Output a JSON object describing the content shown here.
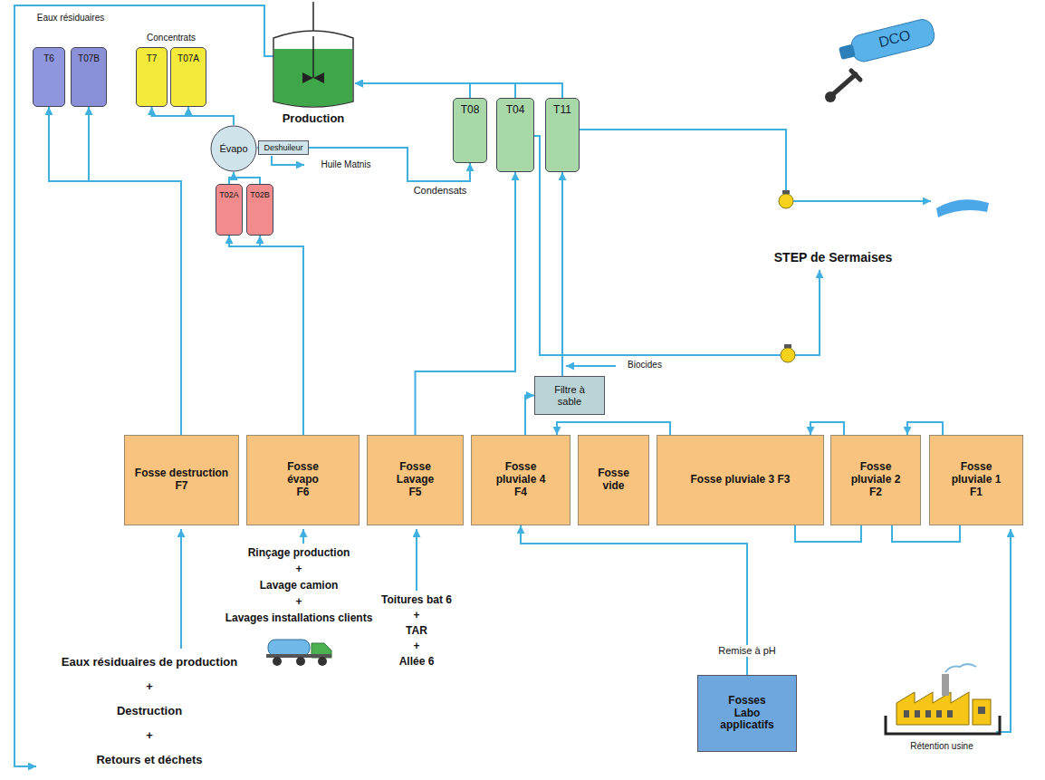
{
  "diagram": {
    "nodes": [
      {
        "text": [
          "Production"
        ]
      },
      {
        "text": [
          "T6"
        ]
      },
      {
        "text": [
          "T07B"
        ]
      },
      {
        "text": [
          "T7"
        ]
      },
      {
        "text": [
          "T07A"
        ]
      },
      {
        "text": [
          "T08"
        ]
      },
      {
        "text": [
          "T04"
        ]
      },
      {
        "text": [
          "T11"
        ]
      },
      {
        "text": [
          "Évapo"
        ]
      },
      {
        "text": [
          "Deshuileur"
        ]
      },
      {
        "text": [
          "T02A"
        ]
      },
      {
        "text": [
          "T02B"
        ]
      },
      {
        "text": [
          "Filtre à sable"
        ]
      },
      {
        "text": [
          "Fosse destruction F7"
        ]
      },
      {
        "text": [
          "Fosse évapo F6"
        ]
      },
      {
        "text": [
          "Fosse Lavage F5"
        ]
      },
      {
        "text": [
          "Fosse pluviale 4 F4"
        ]
      },
      {
        "text": [
          "Fosse vide"
        ]
      },
      {
        "text": [
          "Fosse pluviale 3 F3"
        ]
      },
      {
        "text": [
          "Fosse pluviale 2 F2"
        ]
      },
      {
        "text": [
          "Fosse pluviale 1 F1"
        ]
      },
      {
        "text": [
          "Fosses Labo applicatifs"
        ]
      }
    ],
    "edges": [
      {
        "from": 13,
        "to": 1,
        "arrow": "to"
      },
      {
        "from": 13,
        "to": 2,
        "arrow": "to"
      },
      {
        "from": 14,
        "to": 10,
        "arrow": "to"
      },
      {
        "from": 14,
        "to": 11,
        "arrow": "to"
      },
      {
        "from": 10,
        "to": 8,
        "arrow": "to"
      },
      {
        "from": 11,
        "to": 8,
        "arrow": "to"
      },
      {
        "from": 8,
        "to": 3,
        "arrow": "to"
      },
      {
        "from": 8,
        "to": 4,
        "arrow": "to"
      },
      {
        "from": 8,
        "to": 9,
        "arrow": "none"
      },
      {
        "from": 9,
        "to": 5,
        "label": "Condensats",
        "arrow": "to"
      },
      {
        "from": 15,
        "to": 6,
        "arrow": "to"
      },
      {
        "from": 16,
        "to": 12,
        "arrow": "to"
      },
      {
        "from": 12,
        "to": 7,
        "arrow": "to"
      },
      {
        "from": 5,
        "to": 0,
        "arrow": "to"
      },
      {
        "from": 6,
        "to": 0,
        "arrow": "to"
      },
      {
        "from": 7,
        "to": 0,
        "arrow": "to"
      },
      {
        "from": 20,
        "to": 19,
        "arrow": "to"
      },
      {
        "from": 19,
        "to": 18,
        "arrow": "to"
      },
      {
        "from": 18,
        "to": 16,
        "arrow": "to"
      },
      {
        "from": 20,
        "to": 19,
        "arrow": "none"
      },
      {
        "from": 19,
        "to": 18,
        "arrow": "none"
      },
      {
        "from": 21,
        "to": 16,
        "label": "Remise à pH",
        "arrow": "to"
      }
    ],
    "labels": [
      "Eaux résiduaires",
      "Concentrats",
      "Huile Matnis",
      "Biocides",
      "STEP de Sermaises",
      "DCO",
      "Eaux résiduaires de production",
      "+",
      "Destruction",
      "+",
      "Retours et déchets",
      "Rinçage production",
      "+",
      "Lavage camion",
      "+",
      "Lavages installations clients",
      "Toitures bat 6",
      "+",
      "TAR",
      "+",
      "Allée 6",
      "Rétention usine"
    ]
  }
}
